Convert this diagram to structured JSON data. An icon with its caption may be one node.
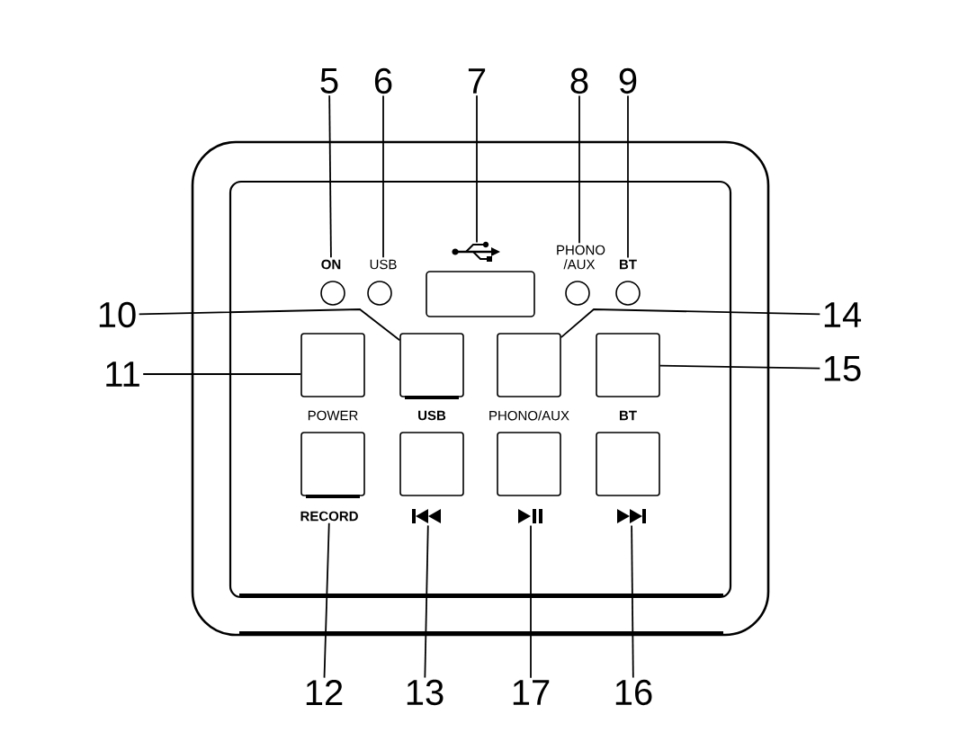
{
  "diagram": {
    "nodes": [
      {
        "text": [
          "5"
        ]
      },
      {
        "text": [
          "6"
        ]
      },
      {
        "text": [
          "7"
        ]
      },
      {
        "text": [
          "8"
        ]
      },
      {
        "text": [
          "9"
        ]
      },
      {
        "text": [
          "ON"
        ]
      },
      {
        "text": [
          "USB"
        ]
      },
      {
        "text": [],
        "shape": "icon"
      },
      {
        "text": [
          "PHONO /AUX"
        ]
      },
      {
        "text": [
          "BT"
        ]
      },
      {
        "text": [
          "10"
        ]
      },
      {
        "text": [
          "14"
        ]
      },
      {
        "text": [
          "11"
        ]
      },
      {
        "text": [],
        "shape": "box"
      },
      {
        "text": [],
        "shape": "box"
      },
      {
        "text": [],
        "shape": "box"
      },
      {
        "text": [],
        "shape": "box"
      },
      {
        "text": [
          "15"
        ]
      },
      {
        "text": [],
        "shape": "box"
      },
      {
        "text": [],
        "shape": "box"
      },
      {
        "text": [],
        "shape": "box"
      },
      {
        "text": [],
        "shape": "box"
      },
      {
        "text": [
          "RECORD"
        ]
      },
      {
        "text": [],
        "shape": "icon"
      },
      {
        "text": [],
        "shape": "icon"
      },
      {
        "text": [],
        "shape": "icon"
      },
      {
        "text": [
          "12"
        ]
      },
      {
        "text": [
          "13"
        ]
      },
      {
        "text": [
          "17"
        ]
      },
      {
        "text": [
          "16"
        ]
      }
    ],
    "edges": [
      {
        "from": 0,
        "to": 5,
        "arrow": "none"
      },
      {
        "from": 1,
        "to": 6,
        "arrow": "none"
      },
      {
        "from": 2,
        "to": 7,
        "arrow": "none"
      },
      {
        "from": 3,
        "to": 8,
        "arrow": "none"
      },
      {
        "from": 4,
        "to": 9,
        "arrow": "none"
      },
      {
        "from": 10,
        "to": 14,
        "arrow": "none"
      },
      {
        "from": 11,
        "to": 15,
        "arrow": "none"
      },
      {
        "from": 12,
        "to": 13,
        "arrow": "none"
      },
      {
        "from": 17,
        "to": 16,
        "arrow": "none"
      },
      {
        "from": 26,
        "to": 22,
        "arrow": "none"
      },
      {
        "from": 27,
        "to": 23,
        "arrow": "none"
      },
      {
        "from": 28,
        "to": 24,
        "arrow": "none"
      },
      {
        "from": 29,
        "to": 25,
        "arrow": "none"
      }
    ],
    "labels": [
      "POWER",
      "USB",
      "PHONO/AUX",
      "BT"
    ]
  }
}
